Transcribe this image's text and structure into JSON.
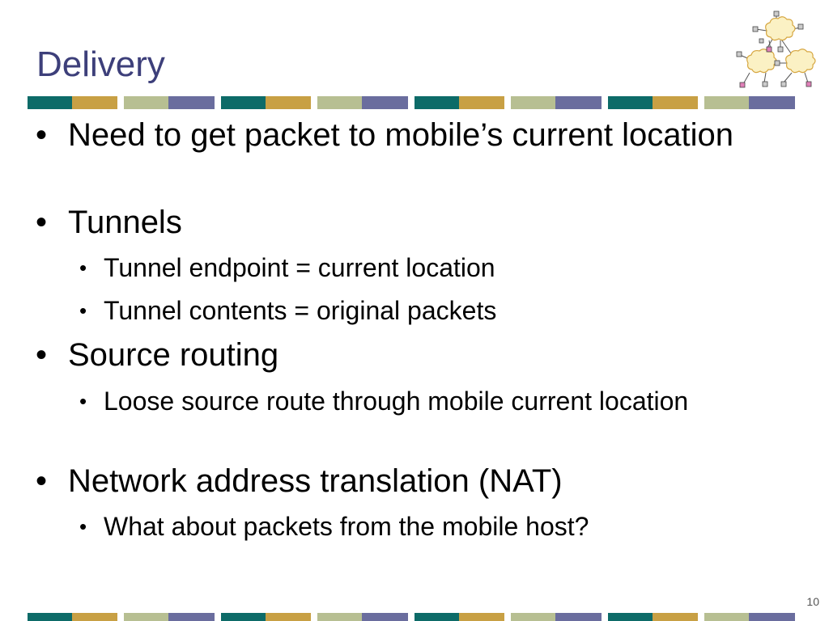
{
  "slide": {
    "title": "Delivery",
    "page_number": "10",
    "colors": {
      "title": "#3d3f7a",
      "teal": "#0d6b68",
      "gold": "#c8a044",
      "sage": "#b7bf92",
      "slate": "#6a6d9e"
    },
    "bullets": [
      {
        "text": "Need to get packet to mobile’s current location",
        "level": 1
      },
      {
        "text": "Tunnels",
        "level": 1
      },
      {
        "text": "Tunnel endpoint = current location",
        "level": 2
      },
      {
        "text": "Tunnel contents = original packets",
        "level": 2
      },
      {
        "text": "Source routing",
        "level": 1
      },
      {
        "text": "Loose source route through mobile current location",
        "level": 2
      },
      {
        "text": "Network address translation (NAT)",
        "level": 1
      },
      {
        "text": "What about packets from the mobile host?",
        "level": 2
      }
    ],
    "bullet_glyph": "•",
    "logo_icon": "network-clouds-icon"
  }
}
